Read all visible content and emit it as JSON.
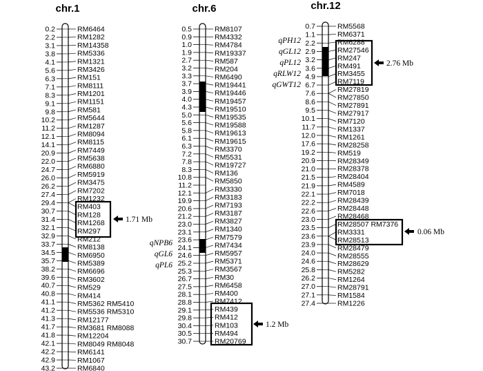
{
  "chromosomes": [
    {
      "title": "chr.1",
      "positions": [
        "0.2",
        "2.2",
        "3.1",
        "3.8",
        "4.1",
        "5.6",
        "6.3",
        "7.1",
        "8.3",
        "9.1",
        "9.8",
        "10.2",
        "11.2",
        "12.1",
        "14.1",
        "20.9",
        "22.0",
        "24.7",
        "26.0",
        "26.2",
        "27.4",
        "29.4",
        "30.7",
        "31.4",
        "32.1",
        "32.9",
        "33.7",
        "34.5",
        "35.7",
        "38.2",
        "39.6",
        "40.7",
        "40.8",
        "41.1",
        "41.2",
        "41.3",
        "41.7",
        "41.8",
        "42.1",
        "42.2",
        "42.9",
        "43.2"
      ],
      "markers": [
        "RM6464",
        "RM1282",
        "RM14358",
        "RM5336",
        "RM1321",
        "RM3426",
        "RM151",
        "RM8111",
        "RM1201",
        "RM1151",
        "RM581",
        "RM5644",
        "RM1287",
        "RM8094",
        "RM8115",
        "RM7449",
        "RM5638",
        "RM6880",
        "RM5919",
        "RM3475",
        "RM7202",
        "RM1232",
        "RM403",
        "RM128",
        "RM1268",
        "RM297",
        "RM212",
        "RM8138",
        "RM6950",
        "RM5389",
        "RM6696",
        "RM3602",
        "RM529",
        "RM414",
        "RM5362 RM5410",
        "RM5536 RM5310",
        "RM12177",
        "RM3681 RM8088",
        "RM12204",
        "RM8049 RM8048",
        "RM6141",
        "RM1067",
        "RM6840"
      ],
      "highlight_markers": [
        "RM403",
        "RM128",
        "RM1268",
        "RM297"
      ],
      "annotation": "1.71 Mb",
      "qtl_labels": []
    },
    {
      "title": "chr.6",
      "positions": [
        "0.5",
        "0.9",
        "1.0",
        "1.9",
        "2.7",
        "3.2",
        "3.3",
        "3.7",
        "3.9",
        "4.0",
        "4.3",
        "5.0",
        "5.6",
        "5.8",
        "6.1",
        "6.3",
        "7.2",
        "7.8",
        "8.3",
        "10.8",
        "11.2",
        "12.1",
        "19.9",
        "20.6",
        "21.2",
        "23.0",
        "23.1",
        "23.6",
        "24.1",
        "24.6",
        "25.2",
        "25.3",
        "26.7",
        "27.5",
        "28.1",
        "28.8",
        "29.1",
        "29.8",
        "30.4",
        "30.5",
        "30.7"
      ],
      "markers": [
        "RM8107",
        "RM4332",
        "RM4784",
        "RM19337",
        "RM587",
        "RM204",
        "RM6490",
        "RM19441",
        "RM19446",
        "RM19457",
        "RM19510",
        "RM19535",
        "RM19588",
        "RM19613",
        "RM19615",
        "RM3370",
        "RM5531",
        "RM19727",
        "RM136",
        "RM5850",
        "RM3330",
        "RM3183",
        "RM7193",
        "RM3187",
        "RM3827",
        "RM1340",
        "RM7579",
        "RM7434",
        "RM5957",
        "RM5371",
        "RM3567",
        "RM30",
        "RM6458",
        "RM400",
        "RM7412",
        "RM439",
        "RM412",
        "RM103",
        "RM494",
        "RM20769"
      ],
      "highlight_markers": [
        "RM439",
        "RM412",
        "RM103",
        "RM494",
        "RM20769"
      ],
      "annotation": "1.2 Mb",
      "qtl_labels": [
        "qNPB6",
        "qGL6",
        "qPL6"
      ]
    },
    {
      "title": "chr.12",
      "positions": [
        "0.7",
        "1.1",
        "2.2",
        "2.9",
        "3.2",
        "3.6",
        "4.9",
        "6.7",
        "7.6",
        "8.6",
        "9.5",
        "10.1",
        "11.7",
        "12.0",
        "17.6",
        "19.2",
        "20.9",
        "21.0",
        "21.5",
        "21.9",
        "22.1",
        "22.2",
        "22.6",
        "23.0",
        "23.5",
        "23.6",
        "23.9",
        "24.0",
        "24.6",
        "25.8",
        "26.2",
        "27.0",
        "27.1",
        "27.4"
      ],
      "markers": [
        "RM5568",
        "RM6371",
        "RM6288",
        "RM27546",
        "RM247",
        "RM491",
        "RM3455",
        "RM7119",
        "RM27819",
        "RM27850",
        "RM27891",
        "RM27917",
        "RM7120",
        "RM1337",
        "RM1261",
        "RM28258",
        "RM519",
        "RM28349",
        "RM28378",
        "RM28404",
        "RM4589",
        "RM7018",
        "RM28439",
        "RM28448",
        "RM28468",
        "RM28507 RM7376",
        "RM3331",
        "RM28513",
        "RM28479",
        "RM28555",
        "RM28629",
        "RM5282",
        "RM1264",
        "RM28791",
        "RM1584",
        "RM1226"
      ],
      "highlight_markers": [
        "RM27546",
        "RM247",
        "RM491",
        "RM3455",
        "RM7119",
        "RM28507 RM7376",
        "RM3331",
        "RM28513"
      ],
      "annotation": "2.76 Mb",
      "annotation_2": "0.06 Mb",
      "qtl_labels": [
        "qPH12",
        "qGL12",
        "qPL12",
        "qRLW12",
        "qGWT12"
      ]
    }
  ]
}
